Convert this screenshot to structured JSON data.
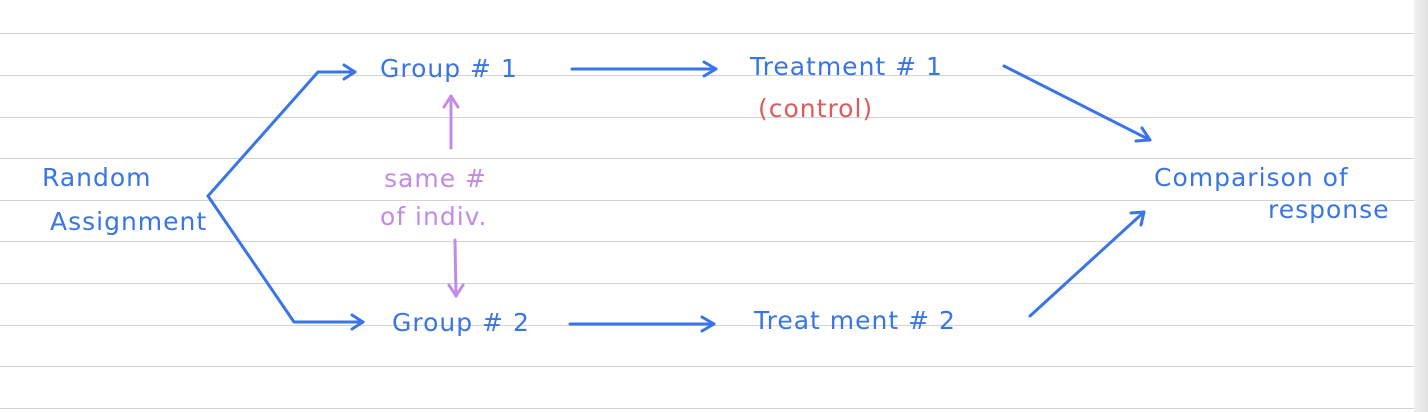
{
  "colors": {
    "flow": "#3a75e6",
    "control_note": "#e05a5a",
    "annotation": "#c38be6",
    "ruled_line": "#d3d3d3"
  },
  "nodes": {
    "random_assignment": [
      "Random",
      "Assignment"
    ],
    "group_1": "Group # 1",
    "group_2": "Group # 2",
    "treatment_1": "Treatment # 1",
    "treatment_1_note": "(control)",
    "treatment_2": "Treat ment # 2",
    "comparison": [
      "Comparison of",
      "response"
    ]
  },
  "annotation": [
    "same #",
    "of indiv."
  ]
}
